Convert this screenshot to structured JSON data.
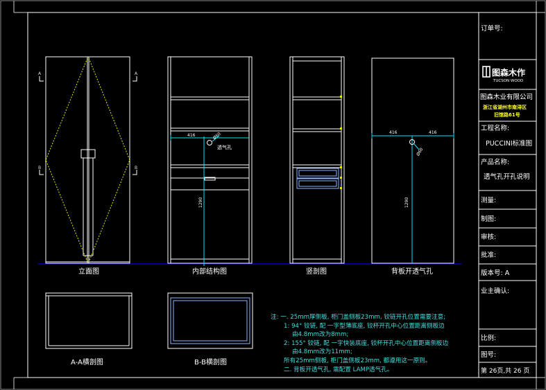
{
  "title_block": {
    "order_no_label": "订单号:",
    "logo_text": "图森木作",
    "logo_sub": "TUCSON WOOD",
    "company": "图森木业有限公司",
    "address_line1": "浙江省湖州市南浔区",
    "address_line2": "旧馆路61号",
    "project_label": "工程名称:",
    "project_value": "PUCCINI标准图",
    "product_label": "产品名称:",
    "product_value": "透气孔开孔说明",
    "measure_label": "测量:",
    "draw_label": "制图:",
    "review_label": "审核:",
    "approve_label": "批准:",
    "version_label": "版本号: A",
    "owner_label": "业主确认:",
    "scale_label": "比例:",
    "drawing_no_label": "图号:",
    "page_label": "第 26页,共 26 页"
  },
  "views": {
    "elevation": "立面图",
    "internal": "内部结构图",
    "section": "竖剖图",
    "back_panel": "背板开透气孔",
    "aa": "A-A横剖图",
    "bb": "B-B横剖图"
  },
  "markers": {
    "a": "A",
    "b": "B"
  },
  "dims": {
    "internal_width_left": "416",
    "internal_dia": "Ø60",
    "vent_label": "透气孔",
    "internal_height": "1290",
    "back_width_left": "416",
    "back_width_right": "416",
    "back_dia": "Ø60",
    "back_height": "1290"
  },
  "notes": [
    "注: 一. 25mm厚侧板, 柜门盖侧板23mm, 铰链开孔位置需要注意;",
    "1: 94° 铰链, 配 一字型薄底座, 铰杯开孔中心位置距离侧板边",
    "由4.8mm改为8mm;",
    "2: 155° 铰链, 配 一字快装底座, 铰杯开孔中心位置距离侧板边",
    "由4.8mm改为11mm;",
    "所有25mm侧板, 柜门盖侧板23mm, 都遵用这一原则。",
    "二. 背板开透气孔, 需配置 LAMP透气孔。"
  ],
  "colors": {
    "line": "#ffffff",
    "dim": "#00e5ff",
    "hidden": "#e8e800",
    "ground": "#0000cc",
    "note": "#44dddd",
    "drawer": "#8ab4ff"
  }
}
